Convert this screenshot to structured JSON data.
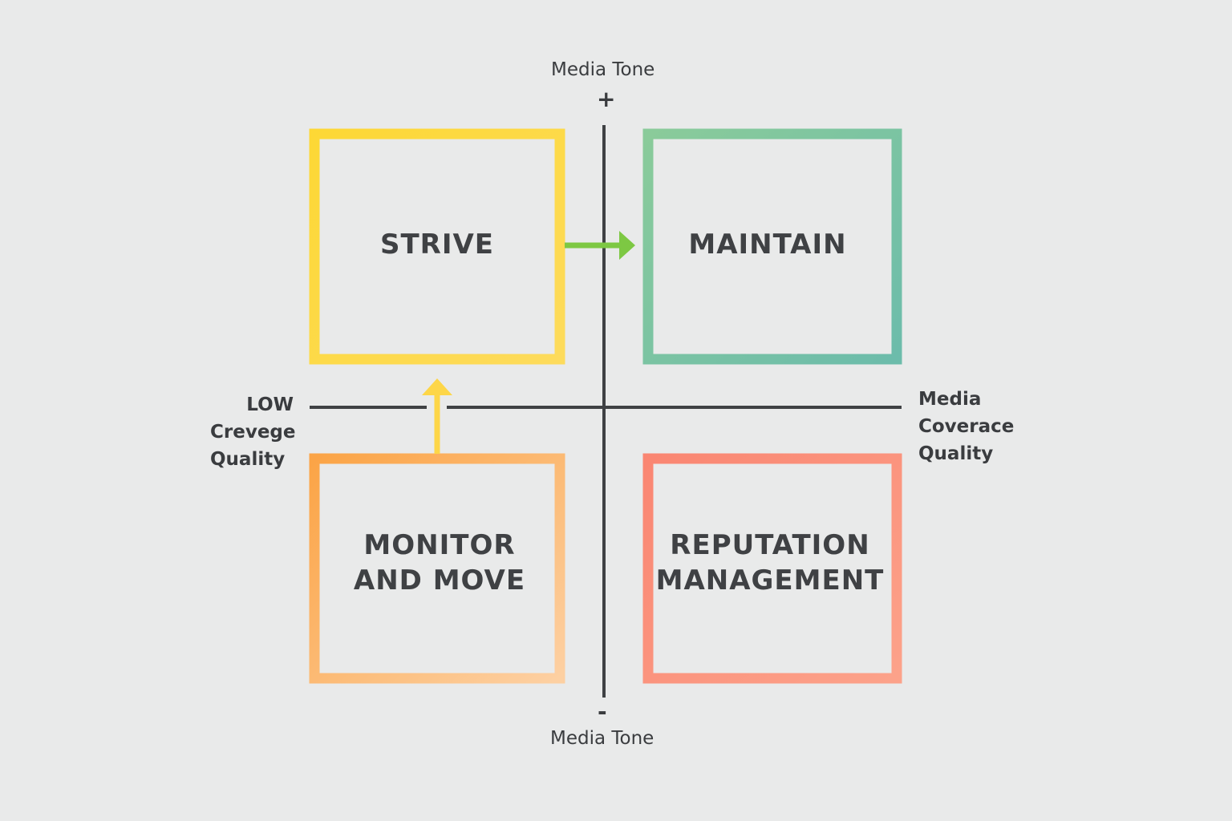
{
  "axes": {
    "vertical_top_label": "Media Tone",
    "vertical_top_sign": "+",
    "vertical_bottom_label": "Media Tone",
    "vertical_bottom_sign": "-",
    "left_label_lines": [
      "LOW",
      "Crevege",
      "Quality"
    ],
    "right_label_lines": [
      "Media",
      "Coverace",
      "Quality"
    ]
  },
  "quadrants": {
    "top_left": {
      "lines": [
        "STRIVE"
      ],
      "color_from": "#fdd835",
      "color_to": "#fddb5c"
    },
    "top_right": {
      "lines": [
        "MAINTAIN"
      ],
      "color_from": "#7cc8a0",
      "color_to": "#6dbfae"
    },
    "bottom_left": {
      "lines": [
        "MONITOR",
        "AND MOVE"
      ],
      "color_from": "#fba94a",
      "color_to": "#fdcb9c"
    },
    "bottom_right": {
      "lines": [
        "REPUTATION",
        "MANAGEMENT"
      ],
      "color_from": "#fa8a72",
      "color_to": "#fca08a"
    }
  },
  "arrows": {
    "strive_to_maintain_color": "#7dc843",
    "monitor_to_strive_color": "#fdd648"
  },
  "colors": {
    "axis": "#3f4144",
    "background": "#e9eaea"
  }
}
